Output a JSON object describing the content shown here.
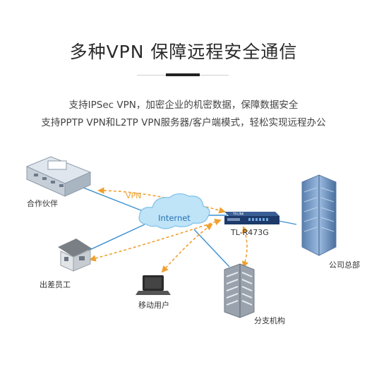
{
  "header": {
    "title": "多种VPN 保障远程安全通信",
    "subtitle_lines": [
      "支持IPSec VPN，加密企业的机密数据，保障数据安全",
      "支持PPTP VPN和L2TP VPN服务器/客户端模式，轻松实现远程办公"
    ]
  },
  "diagram": {
    "cloud_label": "Internet",
    "vpn_label": "VPN",
    "router_label": "TL-R473G",
    "router_brand": "TP-LINK",
    "nodes": {
      "partner": "合作伙伴",
      "travel_staff": "出差员工",
      "mobile_user": "移动用户",
      "headquarters": "公司总部",
      "branch": "分支机构"
    },
    "colors": {
      "vpn_dashed": "#f0a030",
      "link_solid": "#3a8fd0",
      "cloud": "#bfe3f7",
      "router": "#1d3a6a"
    }
  }
}
